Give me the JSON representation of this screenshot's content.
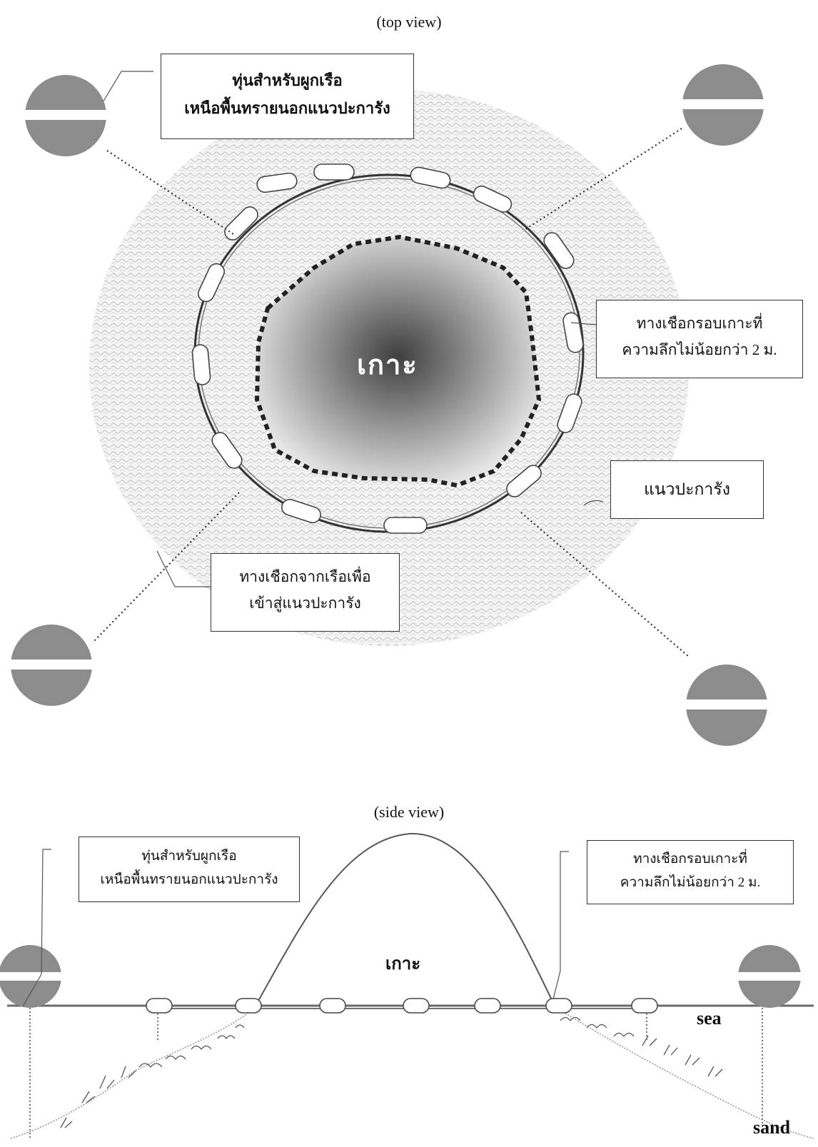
{
  "top_view": {
    "title": "(top view)",
    "island_label": "เกาะ",
    "labels": {
      "mooring_buoy": [
        "ทุ่นสำหรับผูกเรือ",
        "เหนือพื้นทรายนอกแนวปะการัง"
      ],
      "rope_around_island": [
        "ทางเชือกรอบเกาะที่",
        "ความลึกไม่น้อยกว่า 2 ม."
      ],
      "coral_reef": [
        "แนวปะการัง"
      ],
      "rope_from_boat": [
        "ทางเชือกจากเรือเพื่อ",
        "เข้าสู่แนวปะการัง"
      ]
    },
    "colors": {
      "buoy": "#8c8c8c",
      "island_dark": "#4a4a4a",
      "reef": "#d8d8d8"
    }
  },
  "side_view": {
    "title": "(side view)",
    "island_label": "เกาะ",
    "sea_label": "sea",
    "sand_label": "sand",
    "labels": {
      "mooring_buoy": [
        "ทุ่นสำหรับผูกเรือ",
        "เหนือพื้นทรายนอกแนวปะการัง"
      ],
      "rope_around_island": [
        "ทางเชือกรอบเกาะที่",
        "ความลึกไม่น้อยกว่า 2 ม."
      ]
    }
  }
}
